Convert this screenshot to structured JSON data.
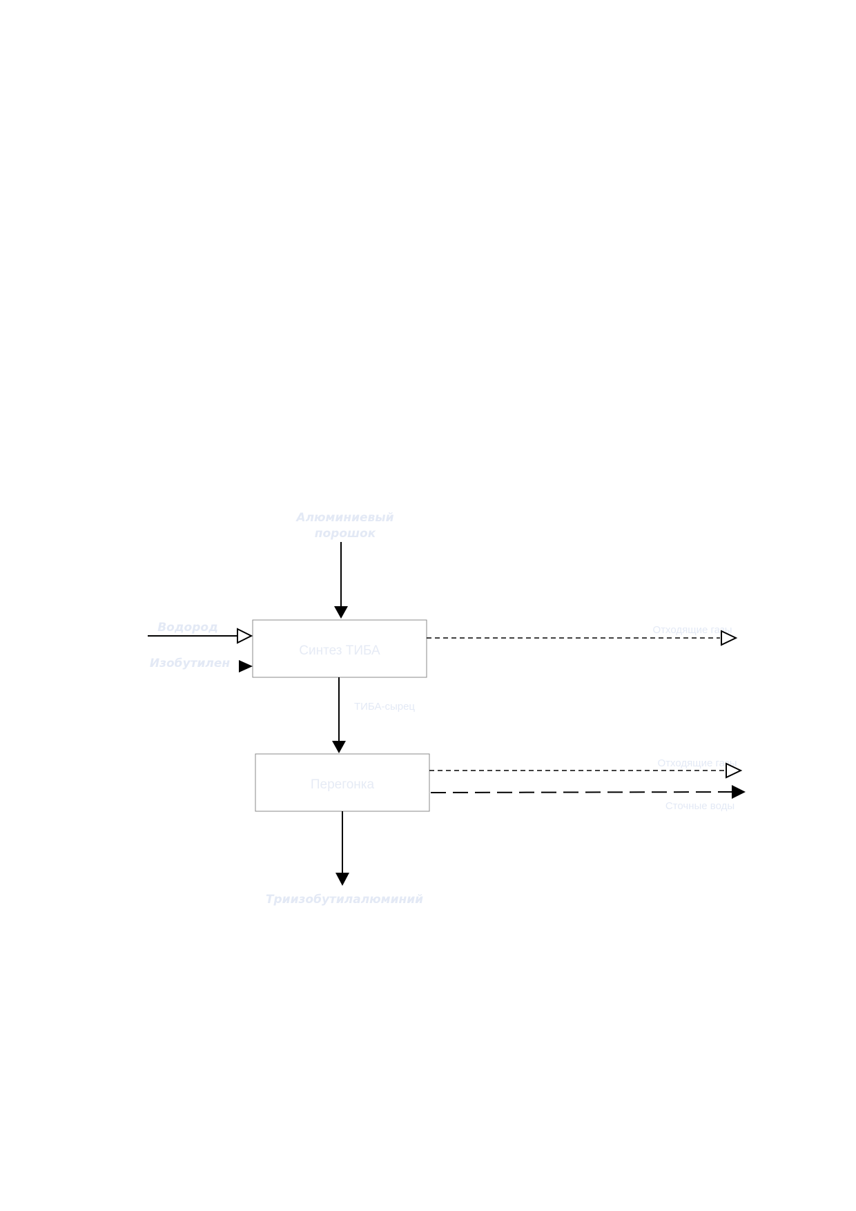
{
  "colors": {
    "line": "#000000",
    "box_stroke": "#8a8a8a",
    "label_text": "#e3e9f5",
    "box_text": "#e6ebf5"
  },
  "nodes": {
    "synthesis": {
      "label": "Синтез ТИБА"
    },
    "distillation": {
      "label": "Перегонка"
    }
  },
  "flows": {
    "aluminum_powder": {
      "label_line1": "Алюминиевый",
      "label_line2": "порошок"
    },
    "hydrogen": {
      "label": "Водород"
    },
    "isobutylene": {
      "label": "Изобутилен"
    },
    "offgas_1": {
      "label": "Отходящие газы"
    },
    "tiba_raw": {
      "label": "ТИБА-сырец"
    },
    "offgas_2": {
      "label": "Отходящие газы"
    },
    "waste_water": {
      "label": "Сточные воды"
    },
    "product": {
      "label": "Триизобутилалюминий"
    }
  }
}
